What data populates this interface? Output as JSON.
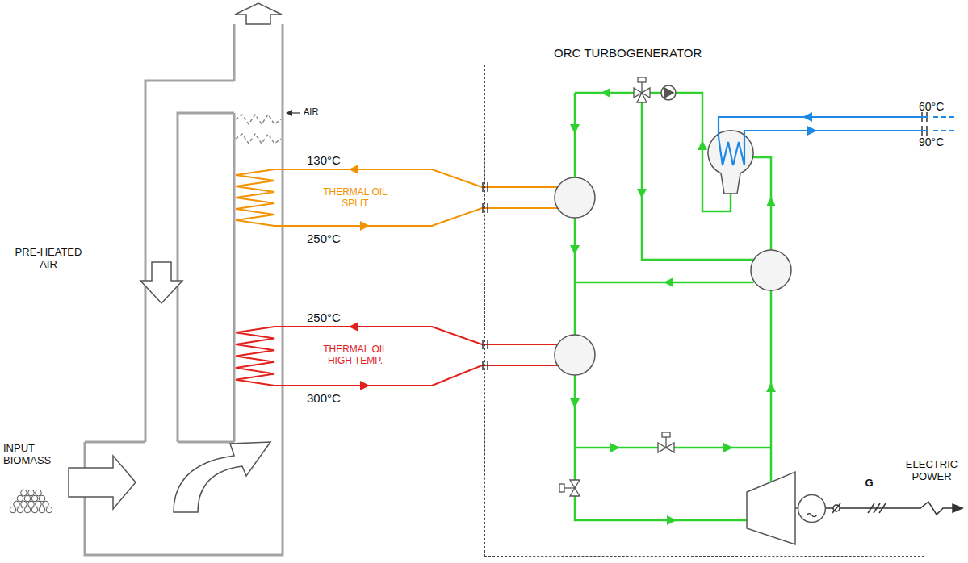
{
  "diagram": {
    "nodes": [
      {
        "text": [
          "ORC TURBOGENERATOR"
        ]
      },
      {
        "text": [
          "G"
        ],
        "in": 0
      }
    ],
    "labels": [
      "AIR",
      "130°C",
      "THERMAL OIL SPLIT",
      "250°C",
      "PRE-HEATED AIR",
      "250°C",
      "THERMAL OIL HIGH TEMP.",
      "300°C",
      "INPUT BIOMASS",
      "60°C",
      "90°C",
      "ELECTRIC POWER"
    ]
  }
}
